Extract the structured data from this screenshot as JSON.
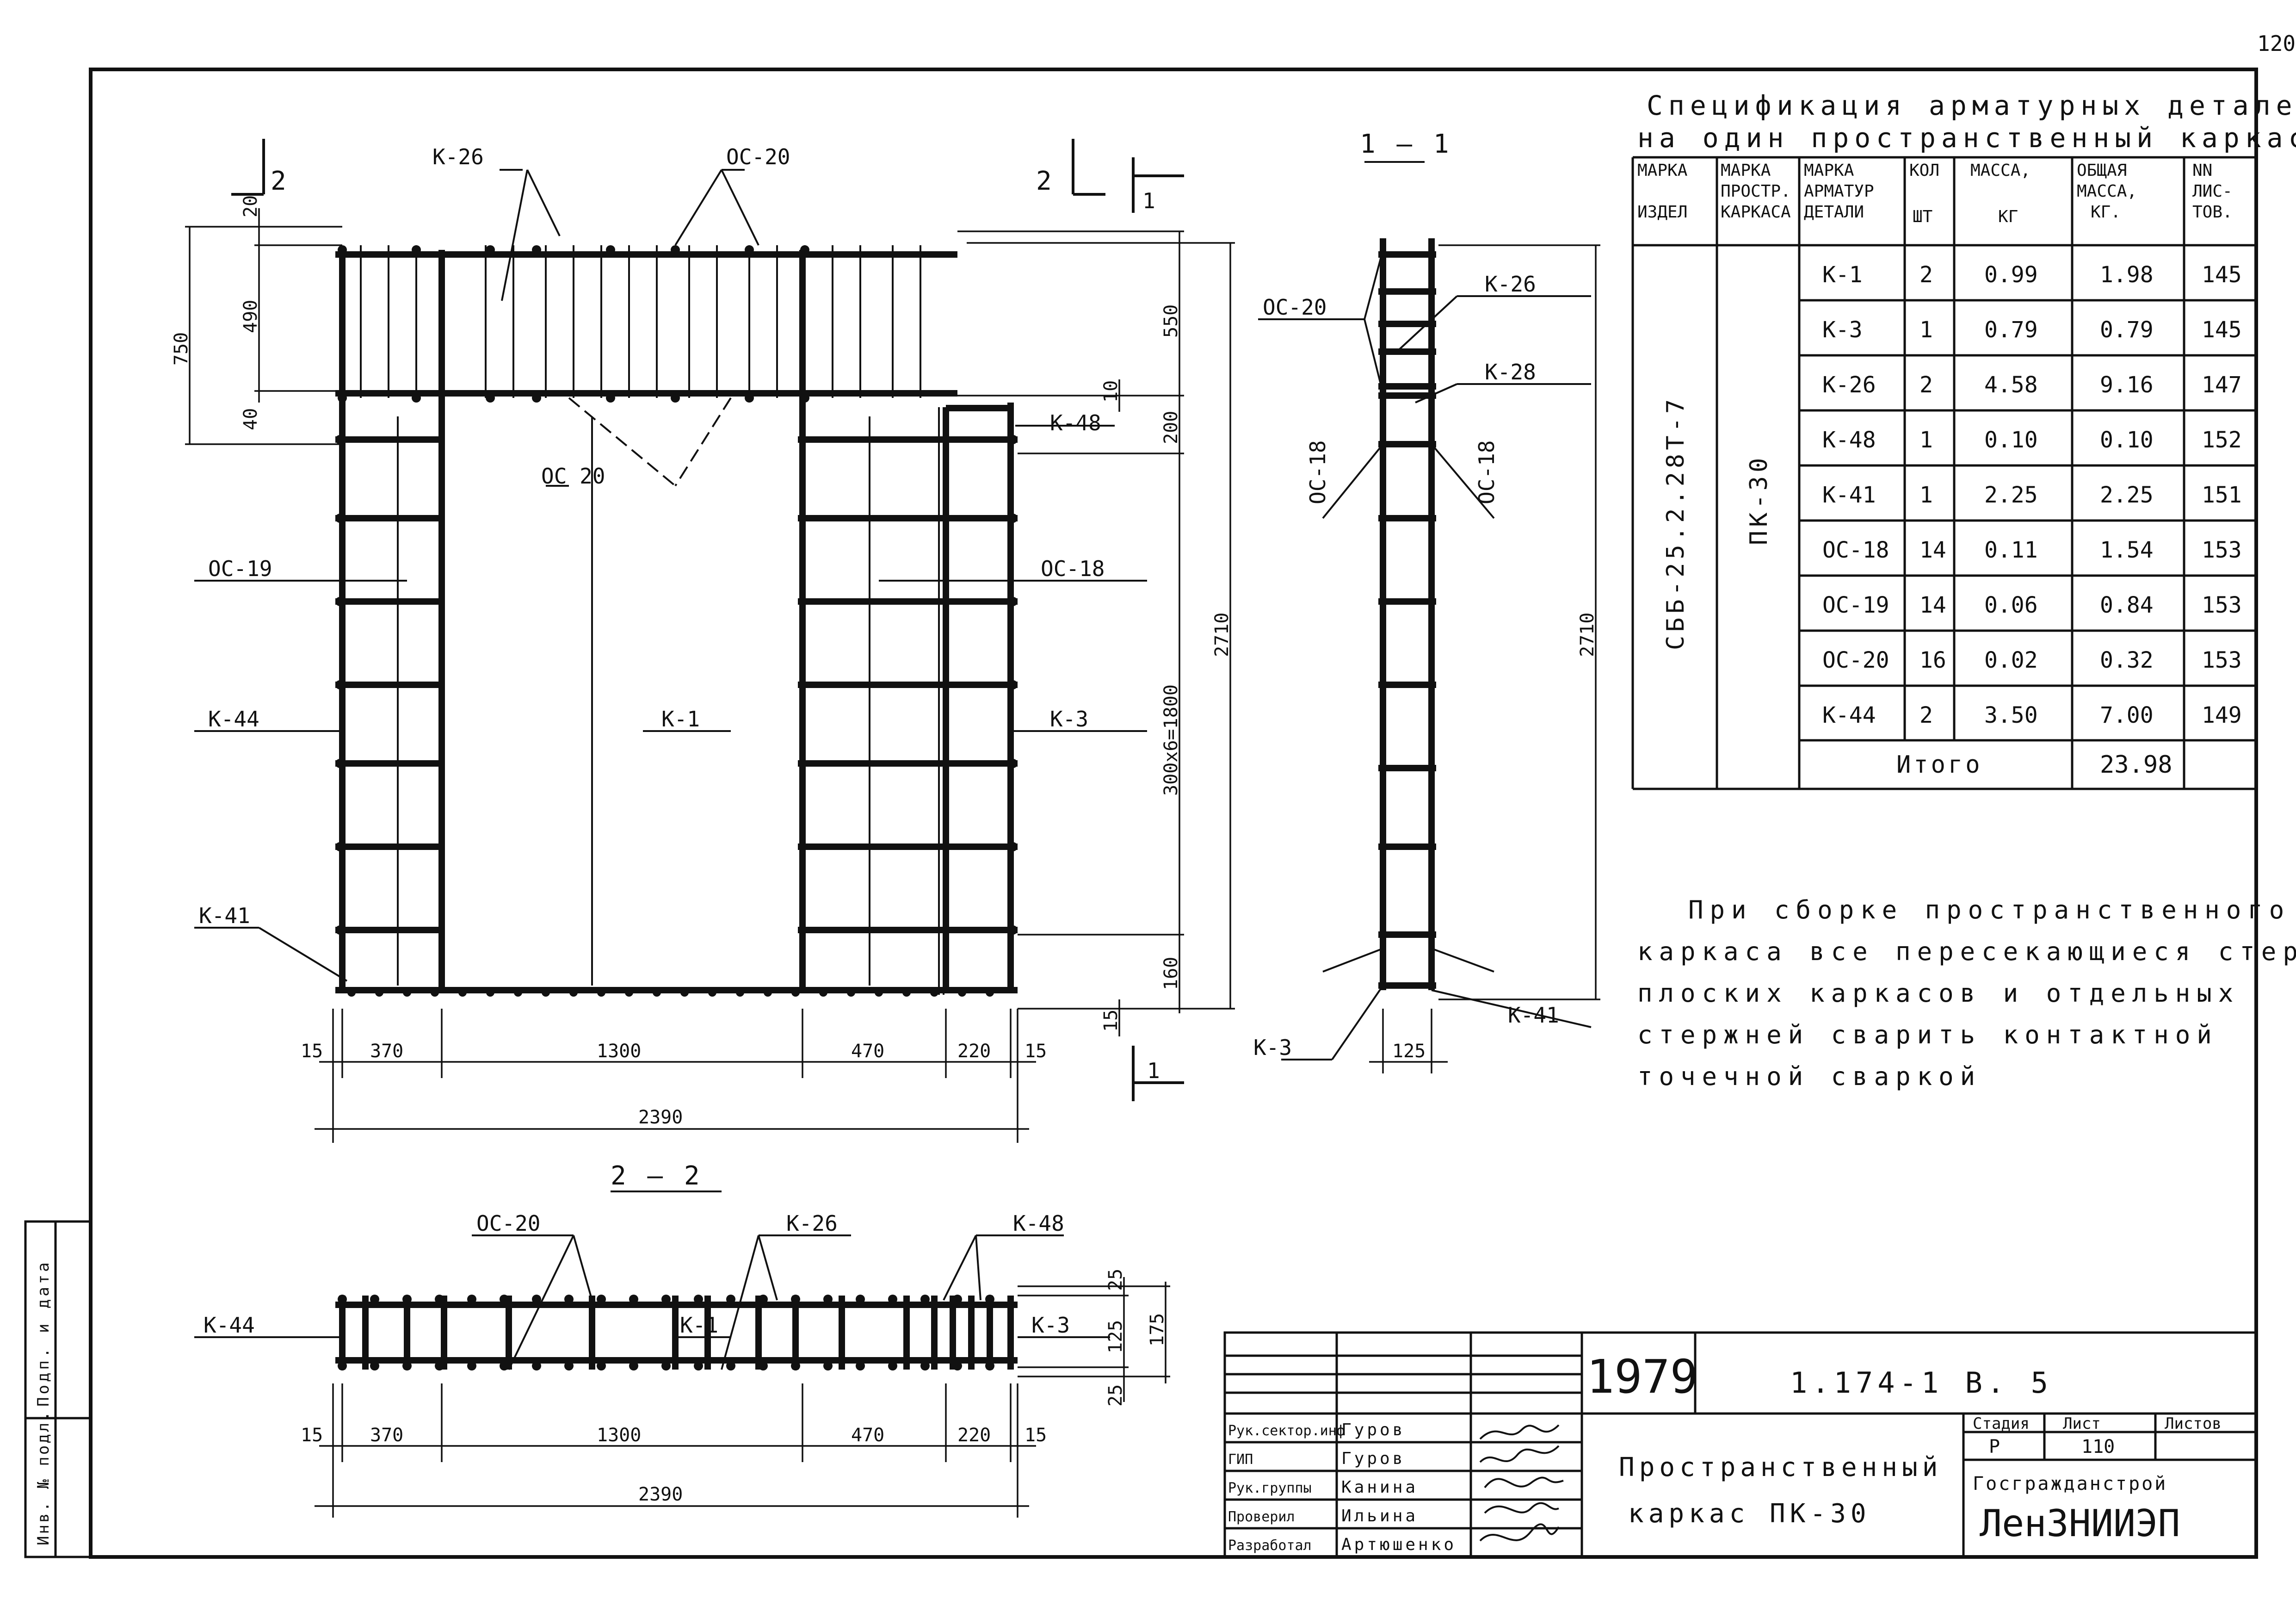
{
  "page_number": "120",
  "spec_table": {
    "title_line1": "Спецификация арматурных деталей",
    "title_line2": "на один пространственный каркас",
    "headers": [
      "МАРКА ИЗДЕЛ",
      "МАРКА ПРОСТР. КАРКАСА",
      "МАРКА АРМАТУР ДЕТАЛИ",
      "КОЛ ШТ",
      "МАССА, КГ",
      "ОБЩАЯ МАССА, КГ.",
      "NN ЛИСТОВ"
    ],
    "product_mark": "СББ-25.2.28Т-7",
    "frame_mark": "ПК-30",
    "rows": [
      [
        "К-1",
        "2",
        "0.99",
        "1.98",
        "145"
      ],
      [
        "К-3",
        "1",
        "0.79",
        "0.79",
        "145"
      ],
      [
        "К-26",
        "2",
        "4.58",
        "9.16",
        "147"
      ],
      [
        "К-48",
        "1",
        "0.10",
        "0.10",
        "152"
      ],
      [
        "К-41",
        "1",
        "2.25",
        "2.25",
        "151"
      ],
      [
        "ОС-18",
        "14",
        "0.11",
        "1.54",
        "153"
      ],
      [
        "ОС-19",
        "14",
        "0.06",
        "0.84",
        "153"
      ],
      [
        "ОС-20",
        "16",
        "0.02",
        "0.32",
        "153"
      ],
      [
        "К-44",
        "2",
        "3.50",
        "7.00",
        "149"
      ]
    ],
    "total_label": "Итого",
    "total_value": "23.98"
  },
  "note": [
    "При сборке пространственного",
    "каркаса все пересекающиеся стержни",
    "плоских каркасов и отдельных",
    "стержней сварить контактной",
    "точечной сваркой"
  ],
  "plan_view": {
    "section_mark_2": "2",
    "section_mark_1": "1",
    "labels": {
      "k26": "К-26",
      "oc20_top": "ОС-20",
      "oc20_mid": "ОС 20",
      "oc19": "ОС-19",
      "oc18": "ОС-18",
      "k44": "К-44",
      "k1": "К-1",
      "k3": "К-3",
      "k41": "К-41",
      "k48": "К-48"
    },
    "dims": {
      "d20": "20",
      "d490": "490",
      "d750": "750",
      "d40": "40",
      "d550": "550",
      "d10": "10",
      "d200": "200",
      "d2710": "2710",
      "d300x6": "300х6=1800",
      "d160": "160",
      "d15v": "15",
      "d15a": "15",
      "d370": "370",
      "d1300": "1300",
      "d470": "470",
      "d220": "220",
      "d15b": "15",
      "d2390": "2390"
    }
  },
  "section_1": {
    "title": "1 — 1",
    "labels": {
      "oc20": "ОС-20",
      "k26": "К-26",
      "k28": "К-28",
      "oc18a": "ОС-18",
      "oc18b": "ОС-18",
      "k41": "К-41",
      "k3": "К-3"
    },
    "dims": {
      "d2710": "2710",
      "d125": "125"
    }
  },
  "section_2": {
    "title": "2 — 2",
    "labels": {
      "oc20": "ОС-20",
      "k26": "К-26",
      "k48": "К-48",
      "k44": "К-44",
      "k1": "К-1",
      "k3": "К-3"
    },
    "dims": {
      "d25a": "25",
      "d125": "125",
      "d25b": "25",
      "d175": "175",
      "d15a": "15",
      "d370": "370",
      "d1300": "1300",
      "d470": "470",
      "d220": "220",
      "d15b": "15",
      "d2390": "2390"
    }
  },
  "side_stamp": {
    "label_date": "Подп. и дата",
    "label_inv": "Инв. № подл."
  },
  "title_block": {
    "year": "1979",
    "series": "1.174-1   В. 5",
    "drawing_title_1": "Пространственный",
    "drawing_title_2": "каркас ПК-30",
    "stage_header": "Стадия",
    "sheet_header": "Лист",
    "sheets_header": "Листов",
    "stage": "Р",
    "sheet": "110",
    "org_1": "Госгражданстрой",
    "org_2": "ЛенЗНИИЭП",
    "people": [
      {
        "role": "Рук.сектор.инф",
        "name": "Гуров"
      },
      {
        "role": "ГИП",
        "name": "Гуров"
      },
      {
        "role": "Рук.группы",
        "name": "Канина"
      },
      {
        "role": "Проверил",
        "name": "Ильина"
      },
      {
        "role": "Разработал",
        "name": "Артюшенко"
      }
    ]
  }
}
